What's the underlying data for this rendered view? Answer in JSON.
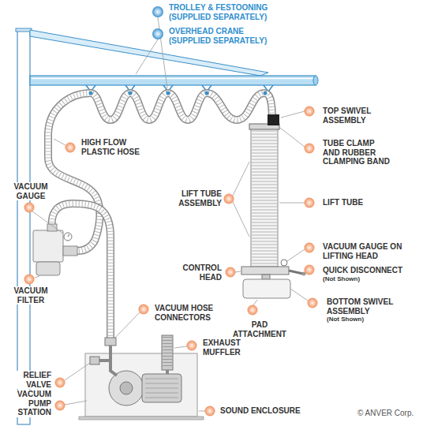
{
  "diagram": {
    "labels": [
      "TROLLEY & FESTOONING (SUPPLIED SEPARATELY)",
      "OVERHEAD CRANE (SUPPLIED SEPARATELY)",
      "HIGH FLOW PLASTIC HOSE",
      "VACUUM GAUGE",
      "VACUUM FILTER",
      "VACUUM HOSE CONNECTORS",
      "EXHAUST MUFFLER",
      "RELIEF VALVE",
      "VACUUM PUMP STATION",
      "SOUND ENCLOSURE",
      "PAD ATTACHMENT",
      "CONTROL HEAD",
      "LIFT TUBE ASSEMBLY",
      "LIFT TUBE",
      "TOP SWIVEL ASSEMBLY",
      "TUBE CLAMP AND RUBBER CLAMPING BAND",
      "VACUUM GAUGE ON LIFTING HEAD",
      "QUICK DISCONNECT",
      "(Not Shown)",
      "BOTTOM SWIVEL ASSEMBLY",
      "(Not Shown)",
      "© ANVER Corp."
    ]
  }
}
